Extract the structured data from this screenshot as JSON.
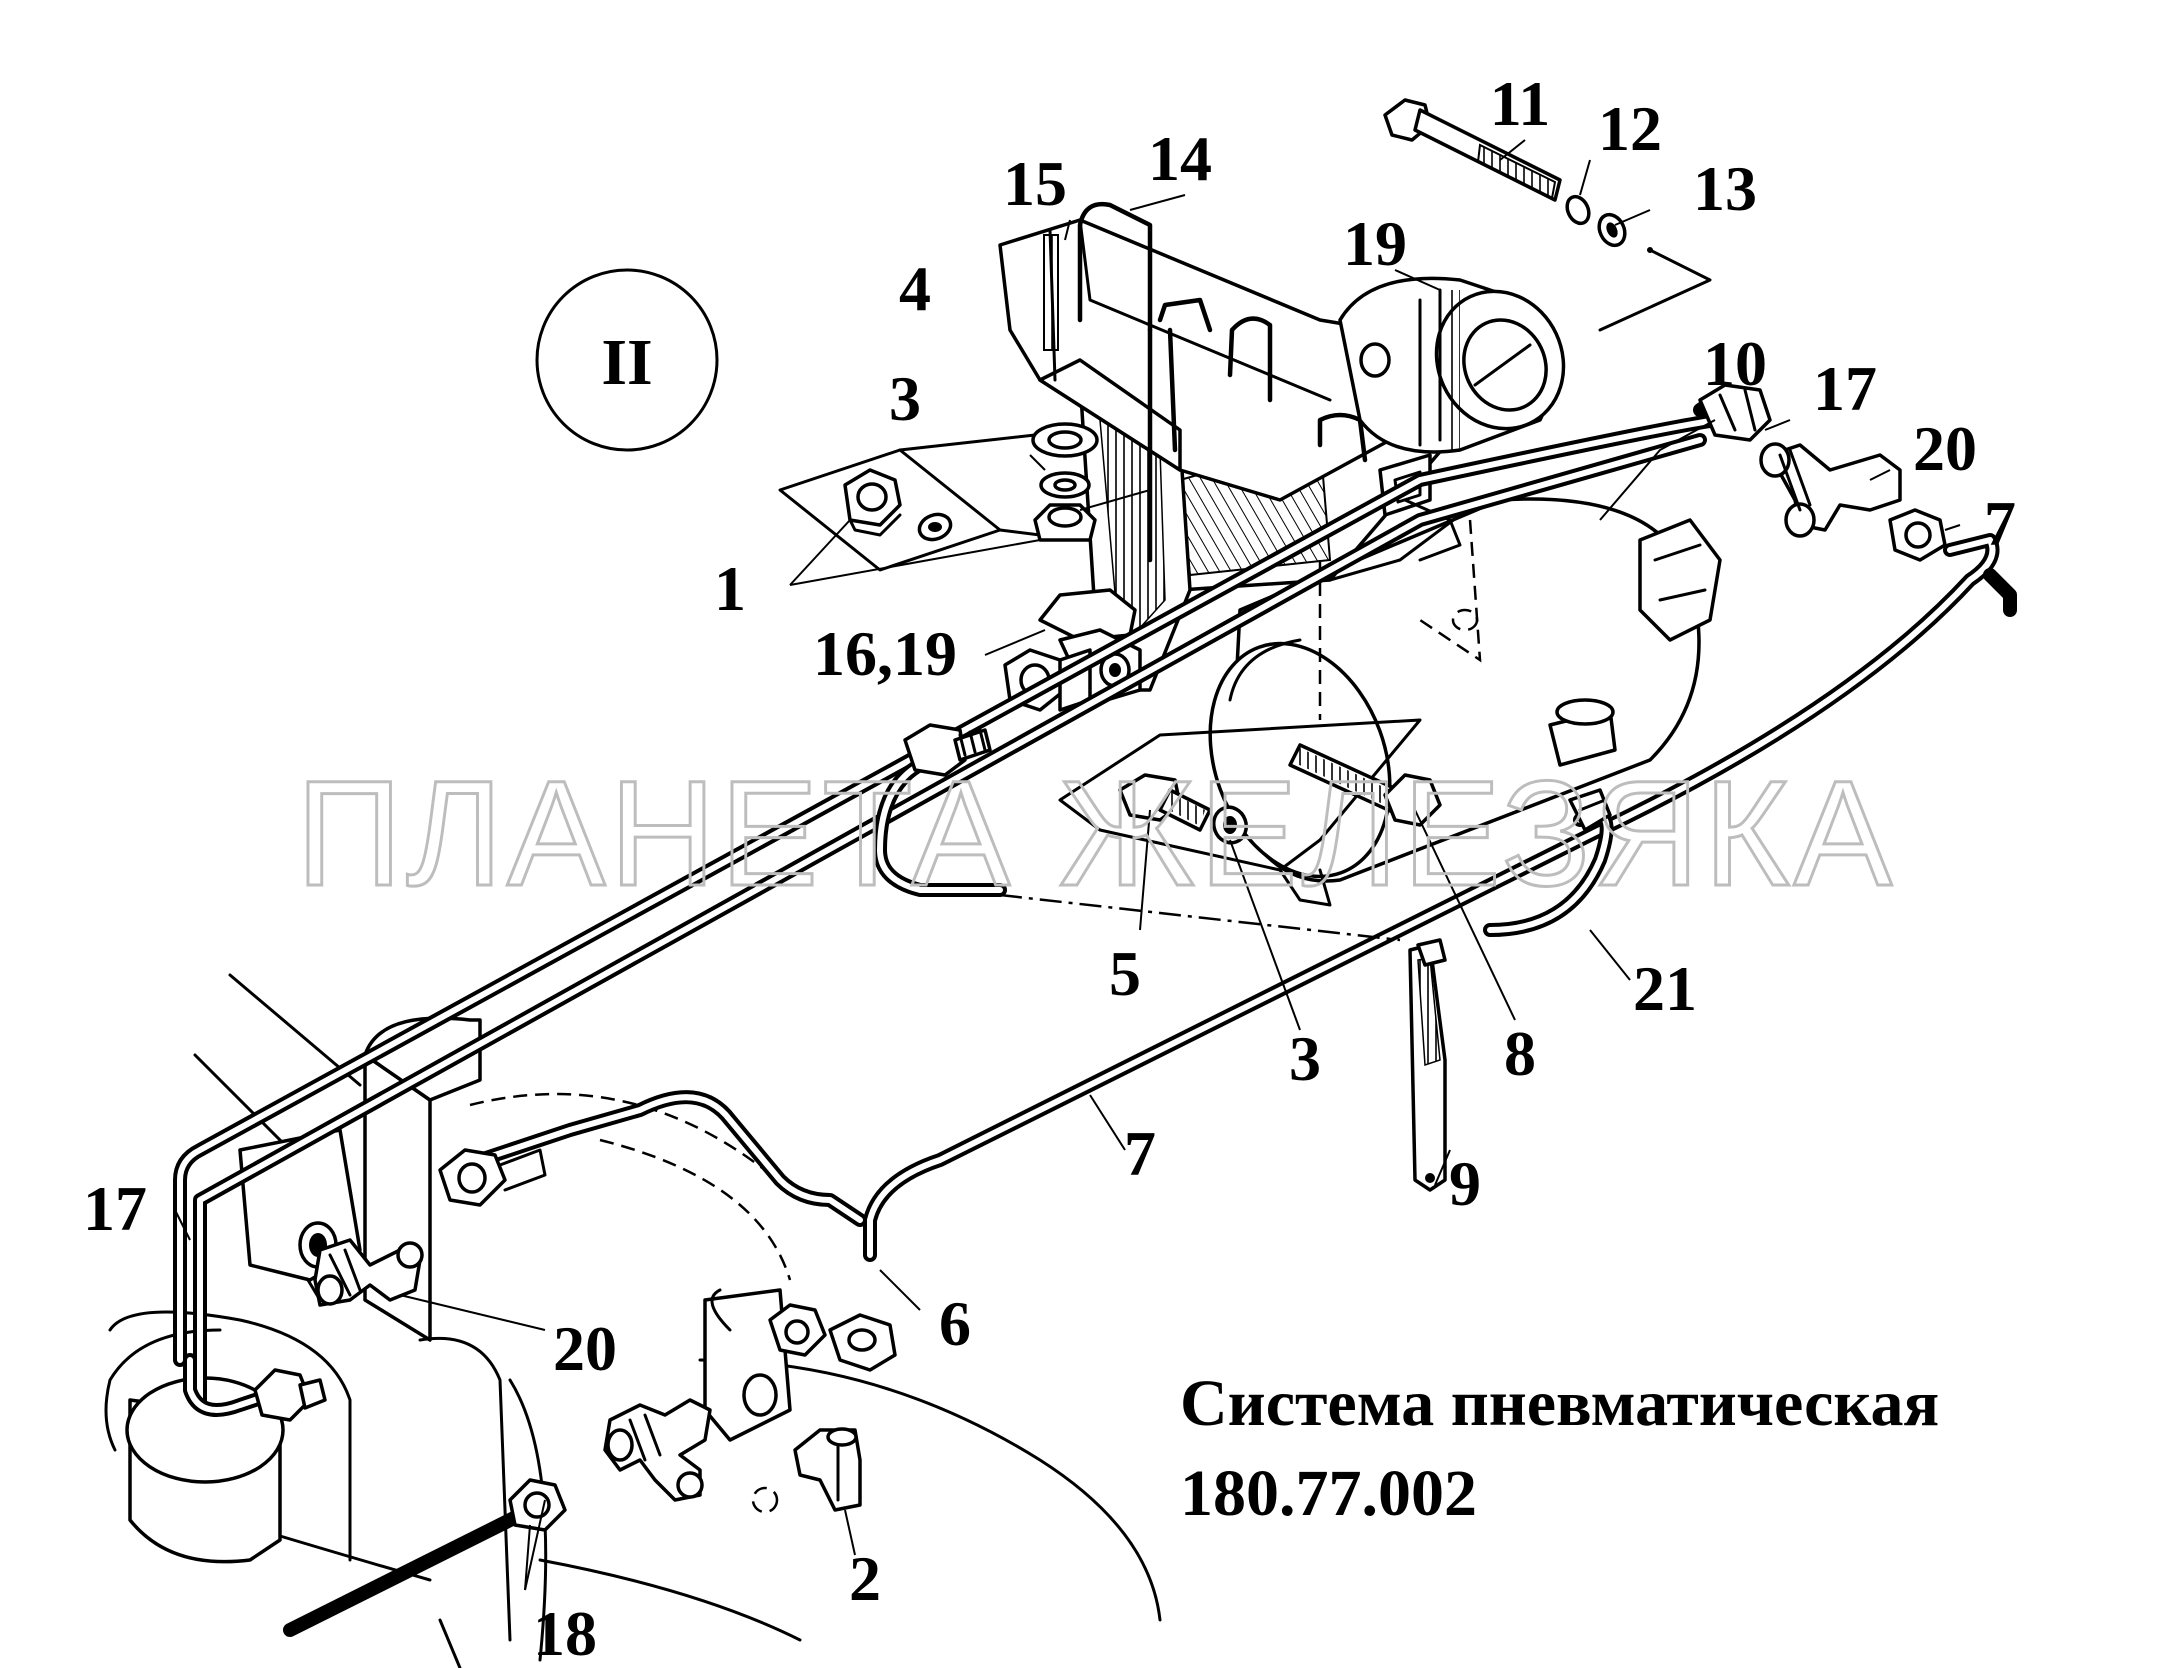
{
  "view_marker": "II",
  "caption": {
    "line1": "Система пневматическая",
    "line2": "180.77.002"
  },
  "watermark": "ПЛАНЕТА ЖЕЛЕЗЯКА",
  "callouts": {
    "c1": "1",
    "c2": "2",
    "c3a": "3",
    "c3b": "3",
    "c4": "4",
    "c5": "5",
    "c6": "6",
    "c7a": "7",
    "c7b": "7",
    "c8": "8",
    "c9": "9",
    "c10": "10",
    "c11": "11",
    "c12": "12",
    "c13": "13",
    "c14": "14",
    "c15": "15",
    "c16_19": "16,19",
    "c17a": "17",
    "c17b": "17",
    "c18": "18",
    "c19": "19",
    "c20a": "20",
    "c20b": "20",
    "c21": "21"
  }
}
